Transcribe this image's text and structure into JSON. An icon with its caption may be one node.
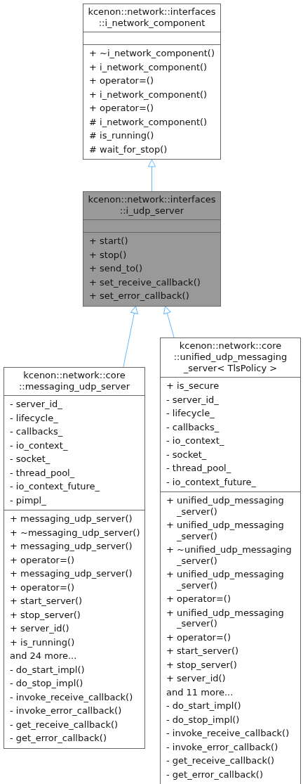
{
  "diagram": {
    "nodes": [
      {
        "text": [
          "kcenon::network::interfaces ::i_network_component"
        ]
      },
      {
        "text": [],
        "shape": "box",
        "in": 0
      },
      {
        "text": [
          "+ ~i_network_component()",
          "+ i_network_component()",
          "+ operator=()",
          "+ i_network_component()",
          "+ operator=()",
          "# i_network_component()",
          "# is_running()",
          "# wait_for_stop()"
        ],
        "in": 0
      },
      {
        "text": [
          "kcenon::network::interfaces ::i_udp_server"
        ]
      },
      {
        "text": [],
        "shape": "box",
        "in": 3
      },
      {
        "text": [
          "+ start()",
          "+ stop()",
          "+ send_to()",
          "+ set_receive_callback()",
          "+ set_error_callback()"
        ],
        "in": 3
      },
      {
        "text": [
          "kcenon::network::core ::messaging_udp_server"
        ]
      },
      {
        "text": [
          "- server_id_",
          "- lifecycle_",
          "- callbacks_",
          "- io_context_",
          "- socket_",
          "- thread_pool_",
          "- io_context_future_",
          "- pimpl_"
        ],
        "in": 6
      },
      {
        "text": [
          "+ messaging_udp_server()",
          "+ ~messaging_udp_server()",
          "+ messaging_udp_server()",
          "+ operator=()",
          "+ messaging_udp_server()",
          "+ operator=()",
          "+ start_server()",
          "+ stop_server()",
          "+ server_id()",
          "+ is_running()",
          "and 24 more...",
          "- do_start_impl()",
          "- do_stop_impl()",
          "- invoke_receive_callback()",
          "- invoke_error_callback()",
          "- get_receive_callback()",
          "- get_error_callback()"
        ],
        "in": 6
      },
      {
        "text": [
          "kcenon::network::core ::unified_udp_messaging _server< TlsPolicy >"
        ]
      },
      {
        "text": [
          "+ is_secure",
          "- server_id_",
          "- lifecycle_",
          "- callbacks_",
          "- io_context_",
          "- socket_",
          "- thread_pool_",
          "- io_context_future_"
        ],
        "in": 9
      },
      {
        "text": [
          "+ unified_udp_messaging _server()",
          "+ unified_udp_messaging _server()",
          "+ ~unified_udp_messaging _server()",
          "+ unified_udp_messaging _server()",
          "+ operator=()",
          "+ unified_udp_messaging _server()",
          "+ operator=()",
          "+ start_server()",
          "+ stop_server()",
          "+ server_id()",
          "and 11 more...",
          "- do_start_impl()",
          "- do_stop_impl()",
          "- invoke_receive_callback()",
          "- invoke_error_callback()",
          "- get_receive_callback()",
          "- get_error_callback()"
        ],
        "in": 9
      }
    ],
    "edges": [
      {
        "from": 3,
        "to": 0,
        "arrow": "to"
      },
      {
        "from": 6,
        "to": 3,
        "arrow": "to"
      },
      {
        "from": 9,
        "to": 3,
        "arrow": "to"
      }
    ]
  }
}
